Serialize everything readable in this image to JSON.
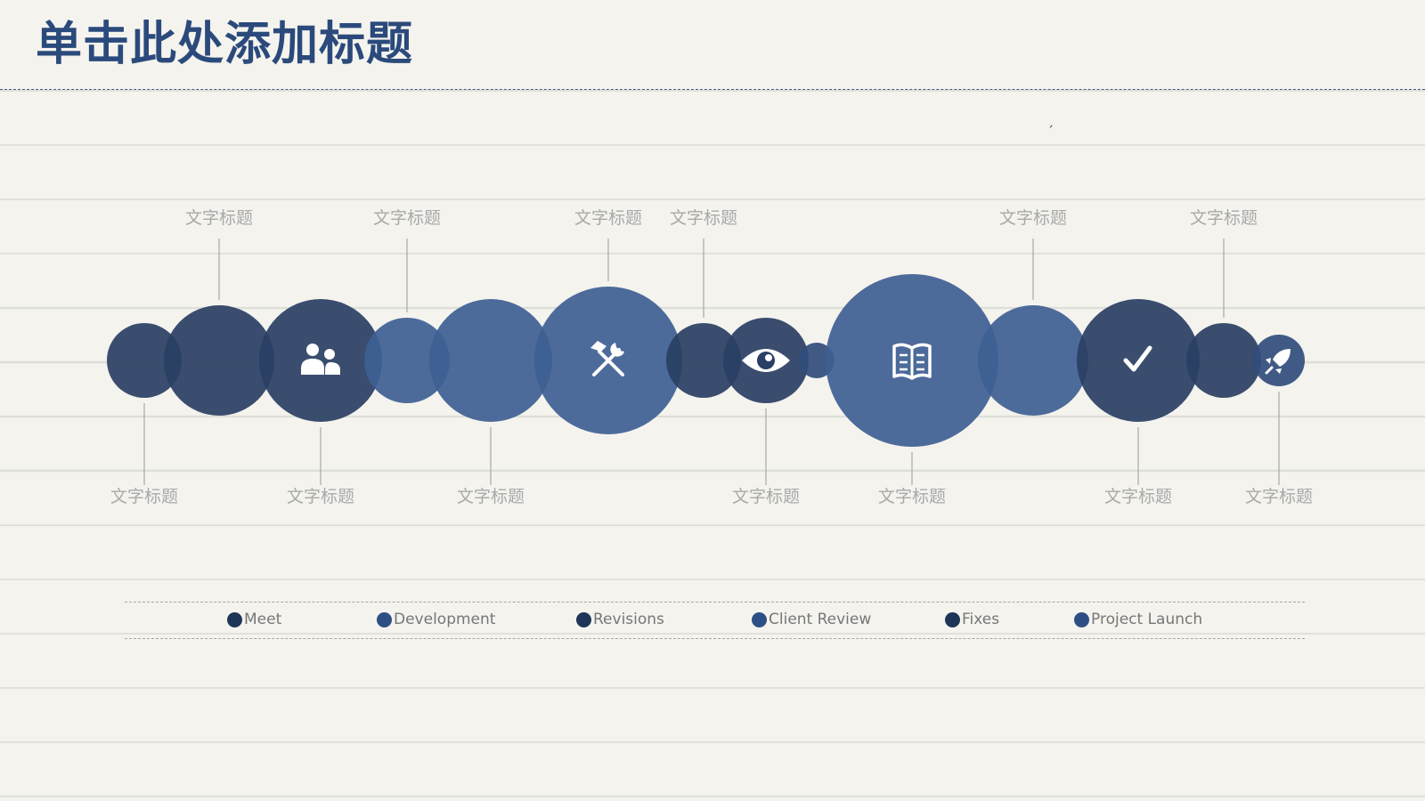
{
  "title": "单击此处添加标题",
  "colors": {
    "primary_blue": "#2b4a7c",
    "circle_dark": "#293f63",
    "circle_mid": "#304d7c",
    "circle_light": "#3e5f93",
    "label_gray": "#a9a9a9"
  },
  "timeline": {
    "label_text": "文字标题",
    "circles": [
      {
        "shade": "dark",
        "icon": "",
        "label": "文字标题",
        "label_side": "bottom"
      },
      {
        "shade": "dark",
        "icon": "",
        "label": "文字标题",
        "label_side": "top"
      },
      {
        "shade": "dark",
        "icon": "users-icon",
        "label": "文字标题",
        "label_side": "bottom"
      },
      {
        "shade": "light",
        "icon": "",
        "label": "文字标题",
        "label_side": "top"
      },
      {
        "shade": "light",
        "icon": "",
        "label": "文字标题",
        "label_side": "bottom"
      },
      {
        "shade": "light",
        "icon": "tools-icon",
        "label": "文字标题",
        "label_side": "top"
      },
      {
        "shade": "dark",
        "icon": "",
        "label": "文字标题",
        "label_side": "top"
      },
      {
        "shade": "dark",
        "icon": "eye-icon",
        "label": "文字标题",
        "label_side": "bottom"
      },
      {
        "shade": "mid",
        "icon": "",
        "label": "",
        "label_side": "none"
      },
      {
        "shade": "light",
        "icon": "book-icon",
        "label": "文字标题",
        "label_side": "bottom"
      },
      {
        "shade": "light",
        "icon": "",
        "label": "文字标题",
        "label_side": "top"
      },
      {
        "shade": "dark",
        "icon": "check-icon",
        "label": "文字标题",
        "label_side": "bottom"
      },
      {
        "shade": "dark",
        "icon": "",
        "label": "文字标题",
        "label_side": "top"
      },
      {
        "shade": "mid",
        "icon": "rocket-icon",
        "label": "文字标题",
        "label_side": "bottom"
      }
    ]
  },
  "legend": [
    {
      "label": "Meet",
      "color": "#1f3558"
    },
    {
      "label": "Development",
      "color": "#2e4f86"
    },
    {
      "label": "Revisions",
      "color": "#1f3558"
    },
    {
      "label": "Client Review",
      "color": "#2e4f86"
    },
    {
      "label": "Fixes",
      "color": "#1f3558"
    },
    {
      "label": "Project Launch",
      "color": "#2e4f86"
    }
  ]
}
